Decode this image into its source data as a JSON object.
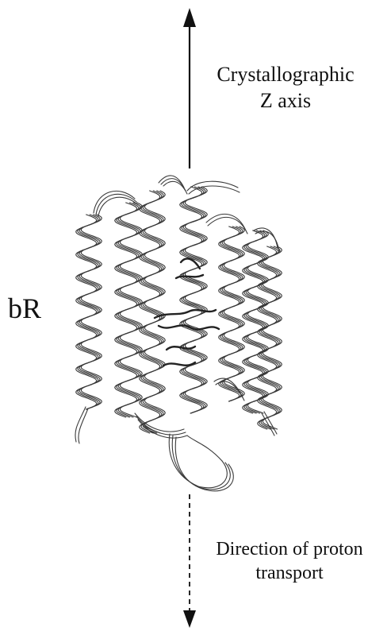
{
  "figure": {
    "protein_label": "bR",
    "z_axis_label": {
      "line1": "Crystallographic",
      "line2": "Z axis"
    },
    "proton_label": {
      "line1": "Direction of proton",
      "line2": "transport"
    }
  },
  "colors": {
    "ink": "#111111",
    "ribbon": "#3a3a3a"
  }
}
